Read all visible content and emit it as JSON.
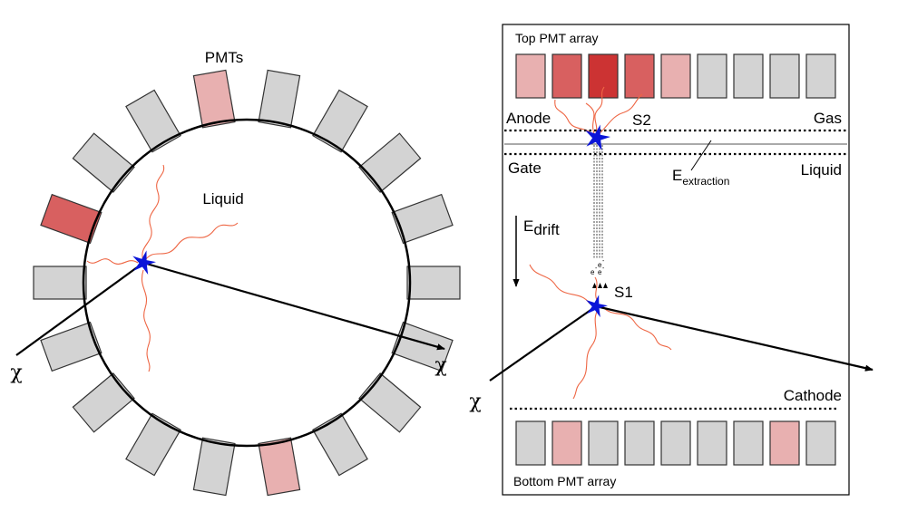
{
  "left_panel": {
    "pmts_label": "PMTs",
    "liquid_label": "Liquid",
    "chi_in_label": "χ",
    "chi_out_label": "χ"
  },
  "right_panel": {
    "top_array_label": "Top PMT array",
    "bottom_array_label": "Bottom PMT array",
    "anode_label": "Anode",
    "gas_label": "Gas",
    "gate_label": "Gate",
    "liquid_label": "Liquid",
    "s2_label": "S2",
    "s1_label": "S1",
    "e_extraction_main": "E",
    "e_extraction_sub": "extraction",
    "e_drift_main": "E",
    "e_drift_sub": "drift",
    "cathode_label": "Cathode",
    "chi_label": "χ",
    "electron_label": "e"
  },
  "colors": {
    "pmt_idle": "#d3d3d3",
    "pmt_light": "#e8b0b0",
    "pmt_medium": "#d86060",
    "pmt_strong": "#cc3333",
    "interaction_star": "#0a14d8",
    "photon_wave": "#ee6644"
  },
  "pmt_ring": [
    {
      "level": "idle"
    },
    {
      "level": "idle"
    },
    {
      "level": "idle"
    },
    {
      "level": "idle"
    },
    {
      "level": "light"
    },
    {
      "level": "idle"
    },
    {
      "level": "idle"
    },
    {
      "level": "idle"
    },
    {
      "level": "idle"
    },
    {
      "level": "idle"
    },
    {
      "level": "medium"
    },
    {
      "level": "idle"
    },
    {
      "level": "idle"
    },
    {
      "level": "light"
    },
    {
      "level": "idle"
    },
    {
      "level": "idle"
    },
    {
      "level": "idle"
    },
    {
      "level": "idle"
    }
  ],
  "top_pmt_array": [
    "light",
    "medium",
    "strong",
    "medium",
    "light",
    "idle",
    "idle",
    "idle",
    "idle"
  ],
  "bottom_pmt_array": [
    "idle",
    "light",
    "idle",
    "idle",
    "idle",
    "idle",
    "idle",
    "light",
    "idle"
  ]
}
